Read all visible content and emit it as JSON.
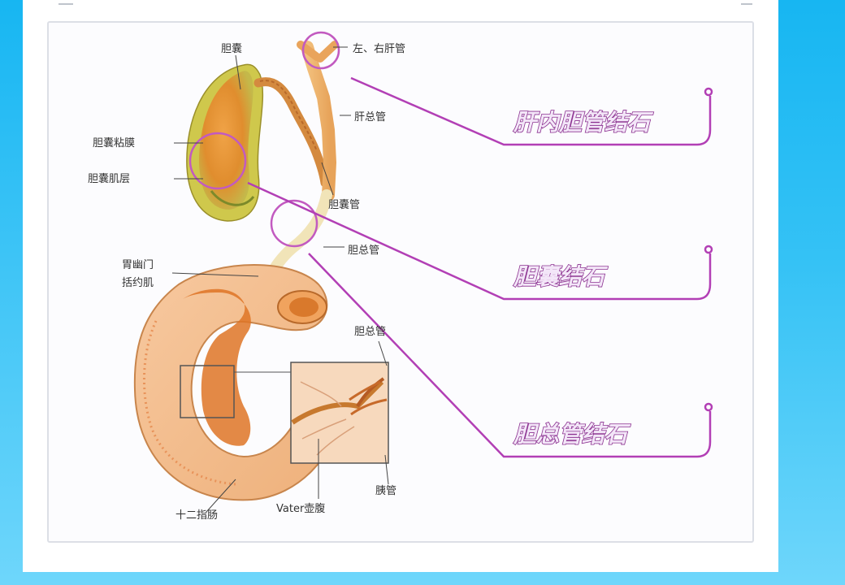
{
  "labels": {
    "gallbladder": "胆囊",
    "left_right_hepatic_duct": "左、右肝管",
    "common_hepatic_duct": "肝总管",
    "gallbladder_mucosa": "胆囊粘膜",
    "gallbladder_muscle": "胆囊肌层",
    "cystic_duct": "胆囊管",
    "common_bile_duct": "胆总管",
    "pyloric_sphincter_line1": "胃幽门",
    "pyloric_sphincter_line2": "括约肌",
    "common_bile_duct_inset": "胆总管",
    "duodenum": "十二指肠",
    "ampulla_vater": "Vater壶腹",
    "pancreatic_duct": "胰管"
  },
  "callouts": [
    {
      "text": "肝内胆管结石"
    },
    {
      "text": "胆囊结石"
    },
    {
      "text": "胆总管结石"
    }
  ],
  "colors": {
    "callout_line": "#b23fb5",
    "callout_text_stroke": "#8a2f8f",
    "organ_orange": "#e07a2a",
    "gallbladder_green": "#c9c84a",
    "background_blue": "#2ebdf3"
  }
}
